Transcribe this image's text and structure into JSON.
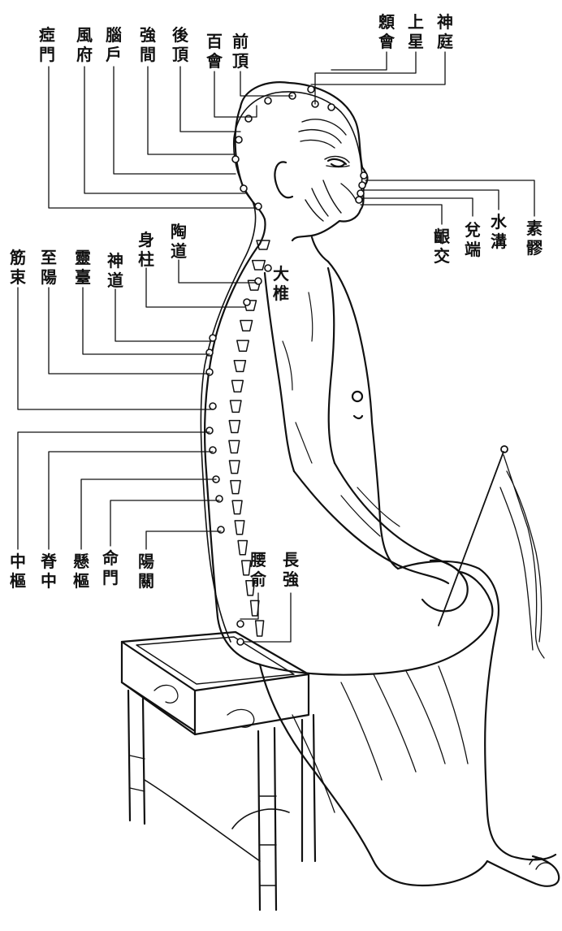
{
  "title": "",
  "colors": {
    "ink": "#111111",
    "paper": "#ffffff"
  },
  "points": [
    {
      "id": "shenting",
      "text": "神庭"
    },
    {
      "id": "shangxing",
      "text": "上星"
    },
    {
      "id": "xinhui",
      "text": "顖會"
    },
    {
      "id": "qianding",
      "text": "前頂"
    },
    {
      "id": "baihui",
      "text": "百會"
    },
    {
      "id": "houding",
      "text": "後頂"
    },
    {
      "id": "qiangjian",
      "text": "強間"
    },
    {
      "id": "naohu",
      "text": "腦戶"
    },
    {
      "id": "fengfu",
      "text": "風府"
    },
    {
      "id": "yamen",
      "text": "瘂門"
    },
    {
      "id": "suliao",
      "text": "素髎"
    },
    {
      "id": "shuigou",
      "text": "水溝"
    },
    {
      "id": "duiduan",
      "text": "兌端"
    },
    {
      "id": "yinjiao",
      "text": "齦交"
    },
    {
      "id": "taodao",
      "text": "陶道"
    },
    {
      "id": "shenzhu",
      "text": "身柱"
    },
    {
      "id": "dazhui",
      "text": "大椎"
    },
    {
      "id": "shendao",
      "text": "神道"
    },
    {
      "id": "lingtai",
      "text": "靈臺"
    },
    {
      "id": "zhiyang",
      "text": "至陽"
    },
    {
      "id": "jinsuo",
      "text": "筋束"
    },
    {
      "id": "zhongshu",
      "text": "中樞"
    },
    {
      "id": "jizhong",
      "text": "脊中"
    },
    {
      "id": "xuanshu",
      "text": "懸樞"
    },
    {
      "id": "mingmen",
      "text": "命門"
    },
    {
      "id": "yangguan",
      "text": "陽關"
    },
    {
      "id": "yaoshu",
      "text": "腰俞"
    },
    {
      "id": "changqiang",
      "text": "長強"
    }
  ]
}
